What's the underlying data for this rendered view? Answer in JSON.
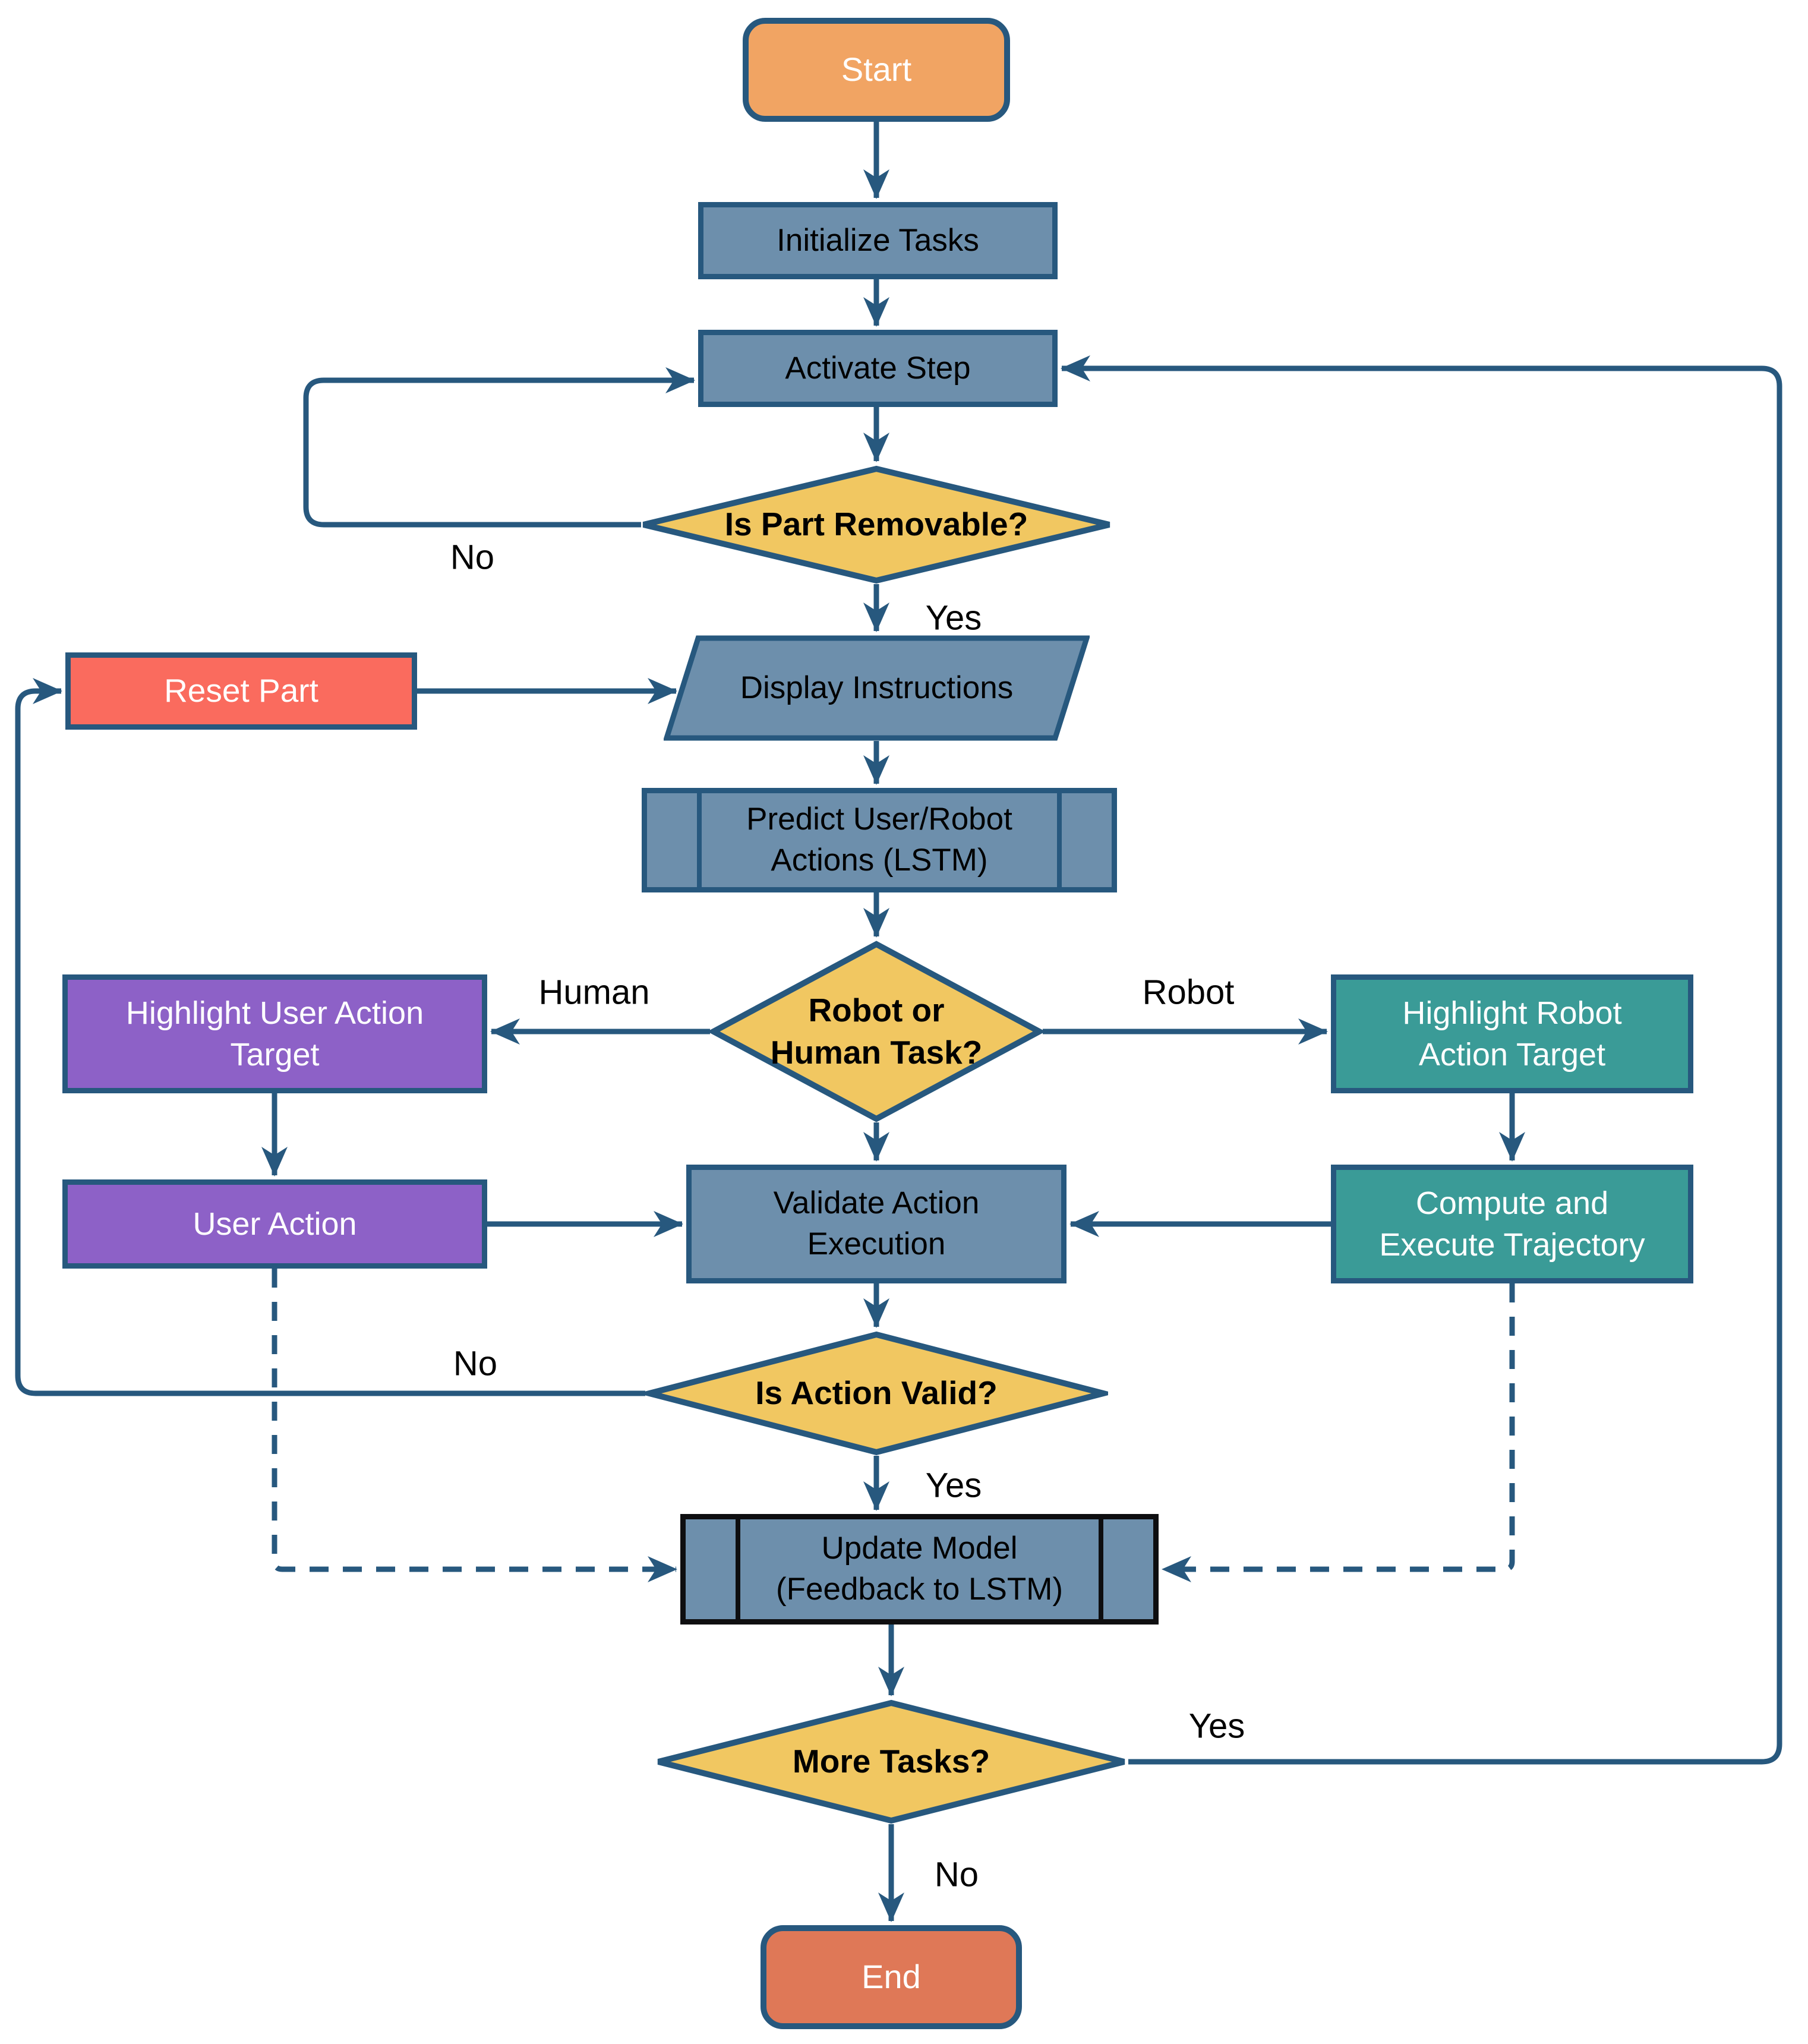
{
  "diagram": {
    "type": "flowchart",
    "background": "#FFFFFF"
  },
  "colors": {
    "line": "#27587E",
    "process_fill": "#6D8FAC",
    "decision_fill": "#F1C761",
    "start_fill": "#F1A463",
    "end_fill": "#DF7857",
    "reset_fill": "#FA6B5E",
    "human_fill": "#8D61C7",
    "robot_fill": "#3A9B97",
    "update_border": "#0E0E10"
  },
  "nodes": {
    "start": {
      "label": "Start",
      "type": "terminator"
    },
    "initialize_tasks": {
      "label": "Initialize Tasks",
      "type": "process"
    },
    "activate_step": {
      "label": "Activate Step",
      "type": "process"
    },
    "is_part_removable": {
      "label": "Is Part Removable?",
      "type": "decision"
    },
    "reset_part": {
      "label": "Reset Part",
      "type": "process"
    },
    "display_instructions": {
      "label": "Display Instructions",
      "type": "input-output"
    },
    "predict_actions": {
      "label": "Predict User/Robot\nActions (LSTM)",
      "type": "predefined-process"
    },
    "robot_or_human": {
      "label": "Robot or\nHuman Task?",
      "type": "decision"
    },
    "highlight_user_target": {
      "label": "Highlight User Action\nTarget",
      "type": "process"
    },
    "highlight_robot_target": {
      "label": "Highlight Robot\nAction Target",
      "type": "process"
    },
    "user_action": {
      "label": "User Action",
      "type": "process"
    },
    "compute_trajectory": {
      "label": "Compute and\nExecute Trajectory",
      "type": "process"
    },
    "validate_execution": {
      "label": "Validate Action\nExecution",
      "type": "process"
    },
    "is_action_valid": {
      "label": "Is Action Valid?",
      "type": "decision"
    },
    "update_model": {
      "label": "Update Model\n(Feedback to LSTM)",
      "type": "predefined-process"
    },
    "more_tasks": {
      "label": "More Tasks?",
      "type": "decision"
    },
    "end": {
      "label": "End",
      "type": "terminator"
    }
  },
  "edge_labels": {
    "removable_no": "No",
    "removable_yes": "Yes",
    "task_human": "Human",
    "task_robot": "Robot",
    "valid_no": "No",
    "valid_yes": "Yes",
    "more_yes": "Yes",
    "more_no": "No"
  }
}
